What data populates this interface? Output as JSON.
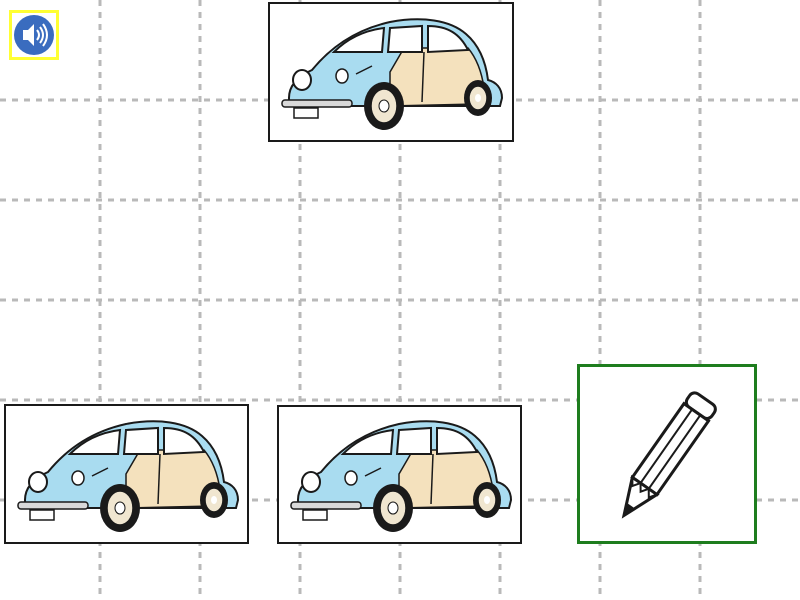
{
  "controls": {
    "sound_icon": "speaker-icon",
    "pencil_icon": "pencil-icon"
  },
  "cards": {
    "target": {
      "image": "beetle-car"
    },
    "options": [
      {
        "image": "beetle-car"
      },
      {
        "image": "beetle-car"
      }
    ]
  },
  "colors": {
    "grid_line": "#b9b9b9",
    "sound_highlight": "#ffff33",
    "sound_button": "#3a6cbf",
    "answer_box_border": "#1e7d1e",
    "car_body": "#a9dcf0",
    "car_panel": "#f4e1bd"
  }
}
